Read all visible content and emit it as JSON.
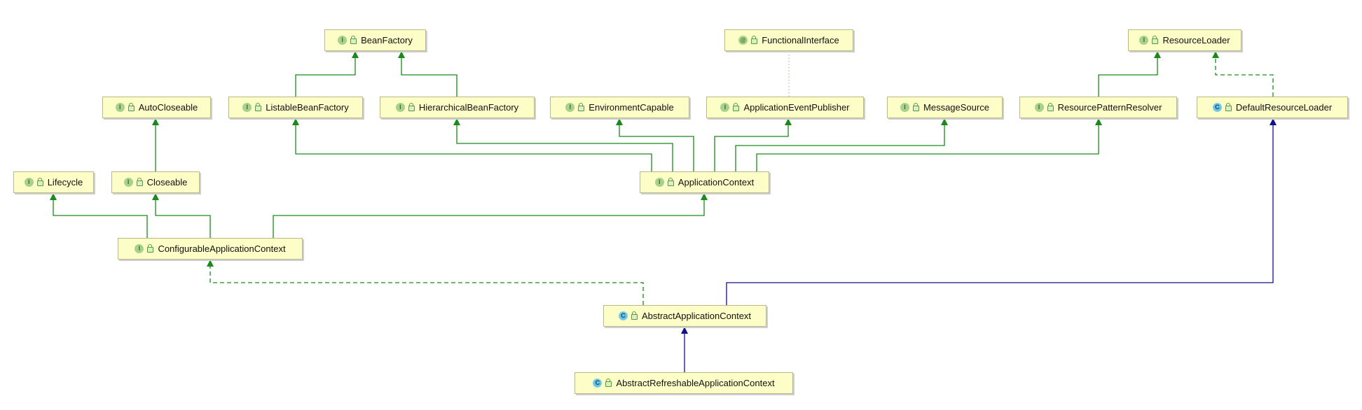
{
  "diagram": {
    "nodes": [
      {
        "id": "BeanFactory",
        "label": "BeanFactory",
        "kind": "I"
      },
      {
        "id": "FunctionalInterface",
        "label": "FunctionalInterface",
        "kind": "@"
      },
      {
        "id": "ResourceLoader",
        "label": "ResourceLoader",
        "kind": "I"
      },
      {
        "id": "AutoCloseable",
        "label": "AutoCloseable",
        "kind": "I"
      },
      {
        "id": "ListableBeanFactory",
        "label": "ListableBeanFactory",
        "kind": "I"
      },
      {
        "id": "HierarchicalBeanFactory",
        "label": "HierarchicalBeanFactory",
        "kind": "I"
      },
      {
        "id": "EnvironmentCapable",
        "label": "EnvironmentCapable",
        "kind": "I"
      },
      {
        "id": "ApplicationEventPublisher",
        "label": "ApplicationEventPublisher",
        "kind": "I"
      },
      {
        "id": "MessageSource",
        "label": "MessageSource",
        "kind": "I"
      },
      {
        "id": "ResourcePatternResolver",
        "label": "ResourcePatternResolver",
        "kind": "I"
      },
      {
        "id": "DefaultResourceLoader",
        "label": "DefaultResourceLoader",
        "kind": "C"
      },
      {
        "id": "Lifecycle",
        "label": "Lifecycle",
        "kind": "I"
      },
      {
        "id": "Closeable",
        "label": "Closeable",
        "kind": "I"
      },
      {
        "id": "ApplicationContext",
        "label": "ApplicationContext",
        "kind": "I"
      },
      {
        "id": "ConfigurableApplicationContext",
        "label": "ConfigurableApplicationContext",
        "kind": "I"
      },
      {
        "id": "AbstractApplicationContext",
        "label": "AbstractApplicationContext",
        "kind": "C"
      },
      {
        "id": "AbstractRefreshableApplicationContext",
        "label": "AbstractRefreshableApplicationContext",
        "kind": "C"
      }
    ],
    "edges": [
      {
        "from": "ListableBeanFactory",
        "to": "BeanFactory",
        "type": "extends"
      },
      {
        "from": "HierarchicalBeanFactory",
        "to": "BeanFactory",
        "type": "extends"
      },
      {
        "from": "ApplicationEventPublisher",
        "to": "FunctionalInterface",
        "type": "annotated"
      },
      {
        "from": "ResourcePatternResolver",
        "to": "ResourceLoader",
        "type": "extends"
      },
      {
        "from": "DefaultResourceLoader",
        "to": "ResourceLoader",
        "type": "implements"
      },
      {
        "from": "Closeable",
        "to": "AutoCloseable",
        "type": "extends"
      },
      {
        "from": "ApplicationContext",
        "to": "ListableBeanFactory",
        "type": "extends"
      },
      {
        "from": "ApplicationContext",
        "to": "HierarchicalBeanFactory",
        "type": "extends"
      },
      {
        "from": "ApplicationContext",
        "to": "EnvironmentCapable",
        "type": "extends"
      },
      {
        "from": "ApplicationContext",
        "to": "ApplicationEventPublisher",
        "type": "extends"
      },
      {
        "from": "ApplicationContext",
        "to": "MessageSource",
        "type": "extends"
      },
      {
        "from": "ApplicationContext",
        "to": "ResourcePatternResolver",
        "type": "extends"
      },
      {
        "from": "ConfigurableApplicationContext",
        "to": "Lifecycle",
        "type": "extends"
      },
      {
        "from": "ConfigurableApplicationContext",
        "to": "Closeable",
        "type": "extends"
      },
      {
        "from": "ConfigurableApplicationContext",
        "to": "ApplicationContext",
        "type": "extends"
      },
      {
        "from": "AbstractApplicationContext",
        "to": "ConfigurableApplicationContext",
        "type": "implements"
      },
      {
        "from": "AbstractApplicationContext",
        "to": "DefaultResourceLoader",
        "type": "class-extends"
      },
      {
        "from": "AbstractRefreshableApplicationContext",
        "to": "AbstractApplicationContext",
        "type": "class-extends"
      }
    ]
  },
  "colors": {
    "interface_edge": "#1b8a1b",
    "class_edge": "#12128a",
    "annotation_edge": "#c8b59a",
    "node_fill": "#fdfdc8"
  }
}
